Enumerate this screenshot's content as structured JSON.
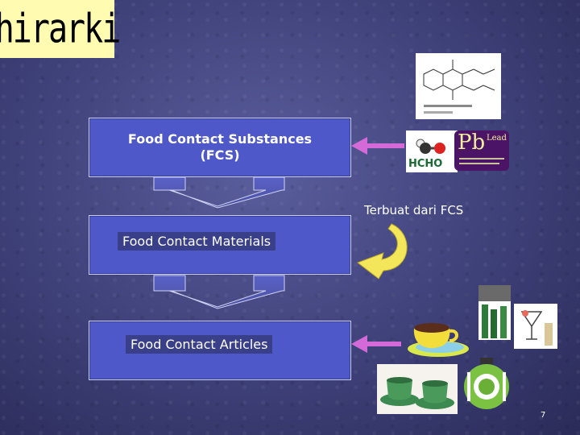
{
  "slide": {
    "title": "hirarki",
    "page_number": "7",
    "note": "Terbuat dari FCS"
  },
  "diagram": {
    "boxes": [
      {
        "line1": "Food Contact Substances",
        "line2": "(FCS)"
      },
      {
        "label": "Food Contact Materials"
      },
      {
        "label": "Food Contact Articles"
      }
    ],
    "pictures": {
      "formaldehyde_label": "HCHO",
      "lead_symbol": "Pb",
      "lead_name": "Lead"
    }
  },
  "colors": {
    "background": "#3e4078",
    "box_fill": "#4f58c8",
    "title_box": "#fffbb0",
    "arrow_magenta": "#c85ad8",
    "curved_arrow": "#f4e65a"
  }
}
